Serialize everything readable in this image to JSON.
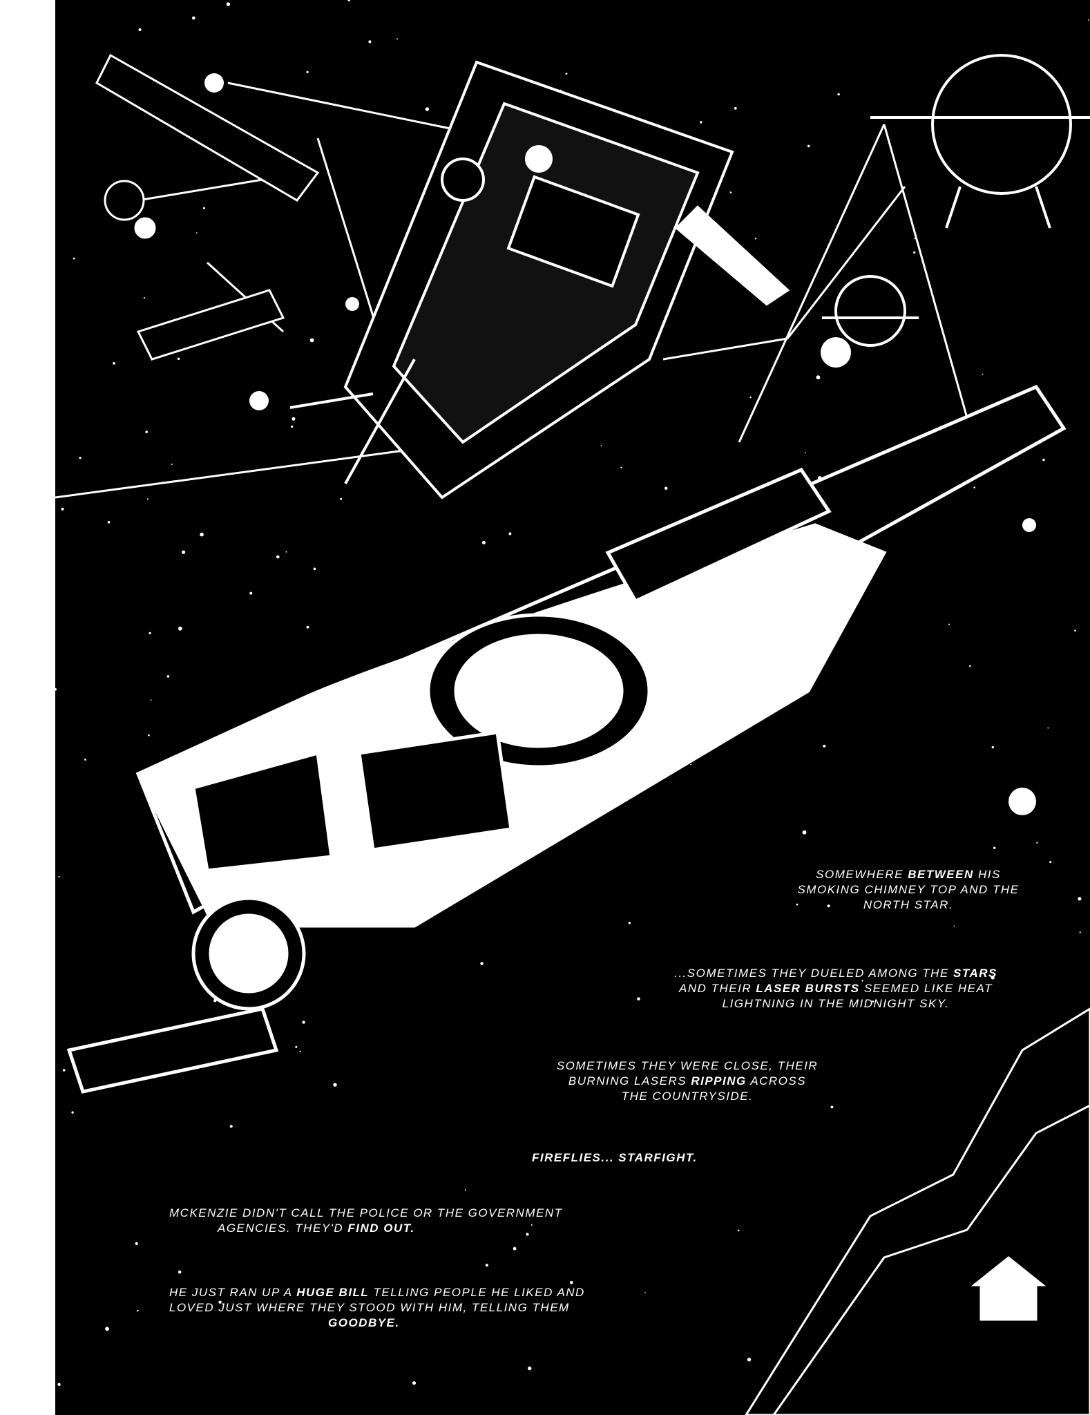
{
  "captions": {
    "somewhere": {
      "line1_a": "SOMEWHERE",
      "line1_bold": "BETWEEN",
      "line1_b": "HIS",
      "line2": "SMOKING CHIMNEY TOP AND THE",
      "line3": "NORTH STAR."
    },
    "dueled": {
      "line1_a": "...SOMETIMES THEY DUELED AMONG THE",
      "line1_bold": "STARS",
      "line2_a": "AND THEIR",
      "line2_bold": "LASER BURSTS",
      "line2_b": "SEEMED LIKE HEAT",
      "line3": "LIGHTNING IN THE MIDNIGHT SKY."
    },
    "close": {
      "line1": "SOMETIMES THEY WERE CLOSE, THEIR",
      "line2_a": "BURNING LASERS",
      "line2_bold": "RIPPING",
      "line2_b": "ACROSS",
      "line3": "THE COUNTRYSIDE."
    },
    "fireflies": {
      "text": "FIREFLIES... STARFIGHT."
    },
    "mckenzie": {
      "line1": "McKENZIE DIDN'T CALL THE POLICE OR THE GOVERNMENT",
      "line2_a": "AGENCIES. THEY'D",
      "line2_bold": "FIND OUT."
    },
    "goodbye": {
      "line1_a": "HE JUST RAN UP A",
      "line1_bold": "HUGE BILL",
      "line1_b": "TELLING PEOPLE HE LIKED AND",
      "line2": "LOVED JUST WHERE THEY STOOD WITH HIM, TELLING THEM",
      "line3_bold": "GOODBYE."
    }
  },
  "colors": {
    "ink": "#000000",
    "paper": "#ffffff"
  }
}
